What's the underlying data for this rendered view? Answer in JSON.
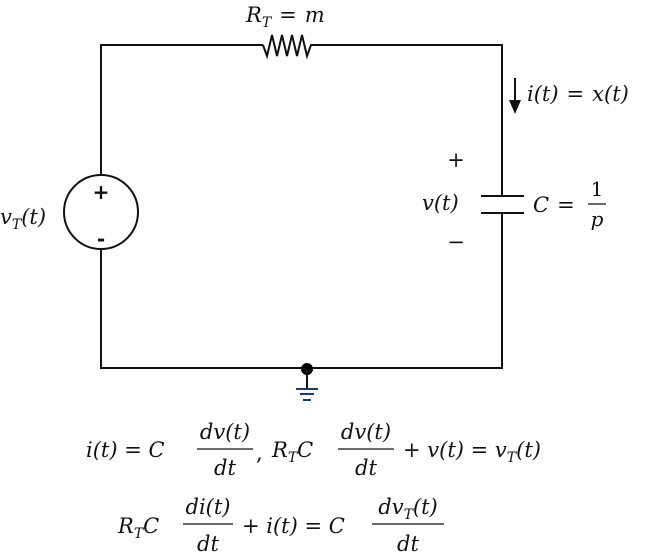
{
  "diagram": {
    "type": "rc-circuit",
    "colors": {
      "wire": "#111111",
      "ground": "#1f3b6e",
      "background": "#ffffff"
    },
    "resistor": {
      "symbol": "R",
      "subscript": "T",
      "eq": "=",
      "value": "m"
    },
    "source": {
      "label_main": "v",
      "label_sub": "T",
      "label_arg": "(t)",
      "plus": "+",
      "minus": "-"
    },
    "current": {
      "lhs": "i(t)",
      "eq": "=",
      "rhs": "x(t)"
    },
    "capacitor": {
      "voltage_label": "v(t)",
      "plus": "+",
      "minus": "−",
      "symbol": "C",
      "eq": "=",
      "num": "1",
      "den": "p"
    },
    "ground": {
      "icon": "ground-icon"
    }
  },
  "equations": {
    "eq1": {
      "part_a_lhs": "i(t) = C",
      "part_a_num": "dv(t)",
      "part_a_den": "dt",
      "sep": ",",
      "part_b_R": "R",
      "part_b_Rsub": "T",
      "part_b_C": "C",
      "part_b_num": "dv(t)",
      "part_b_den": "dt",
      "part_b_rhs": "+ v(t) = v",
      "part_b_rhs_sub": "T",
      "part_b_rhs_arg": "(t)"
    },
    "eq2": {
      "R": "R",
      "Rsub": "T",
      "C": "C",
      "num": "di(t)",
      "den": "dt",
      "mid": "+ i(t) = C",
      "num2_main": "dv",
      "num2_sub": "T",
      "num2_arg": "(t)",
      "den2": "dt"
    }
  }
}
